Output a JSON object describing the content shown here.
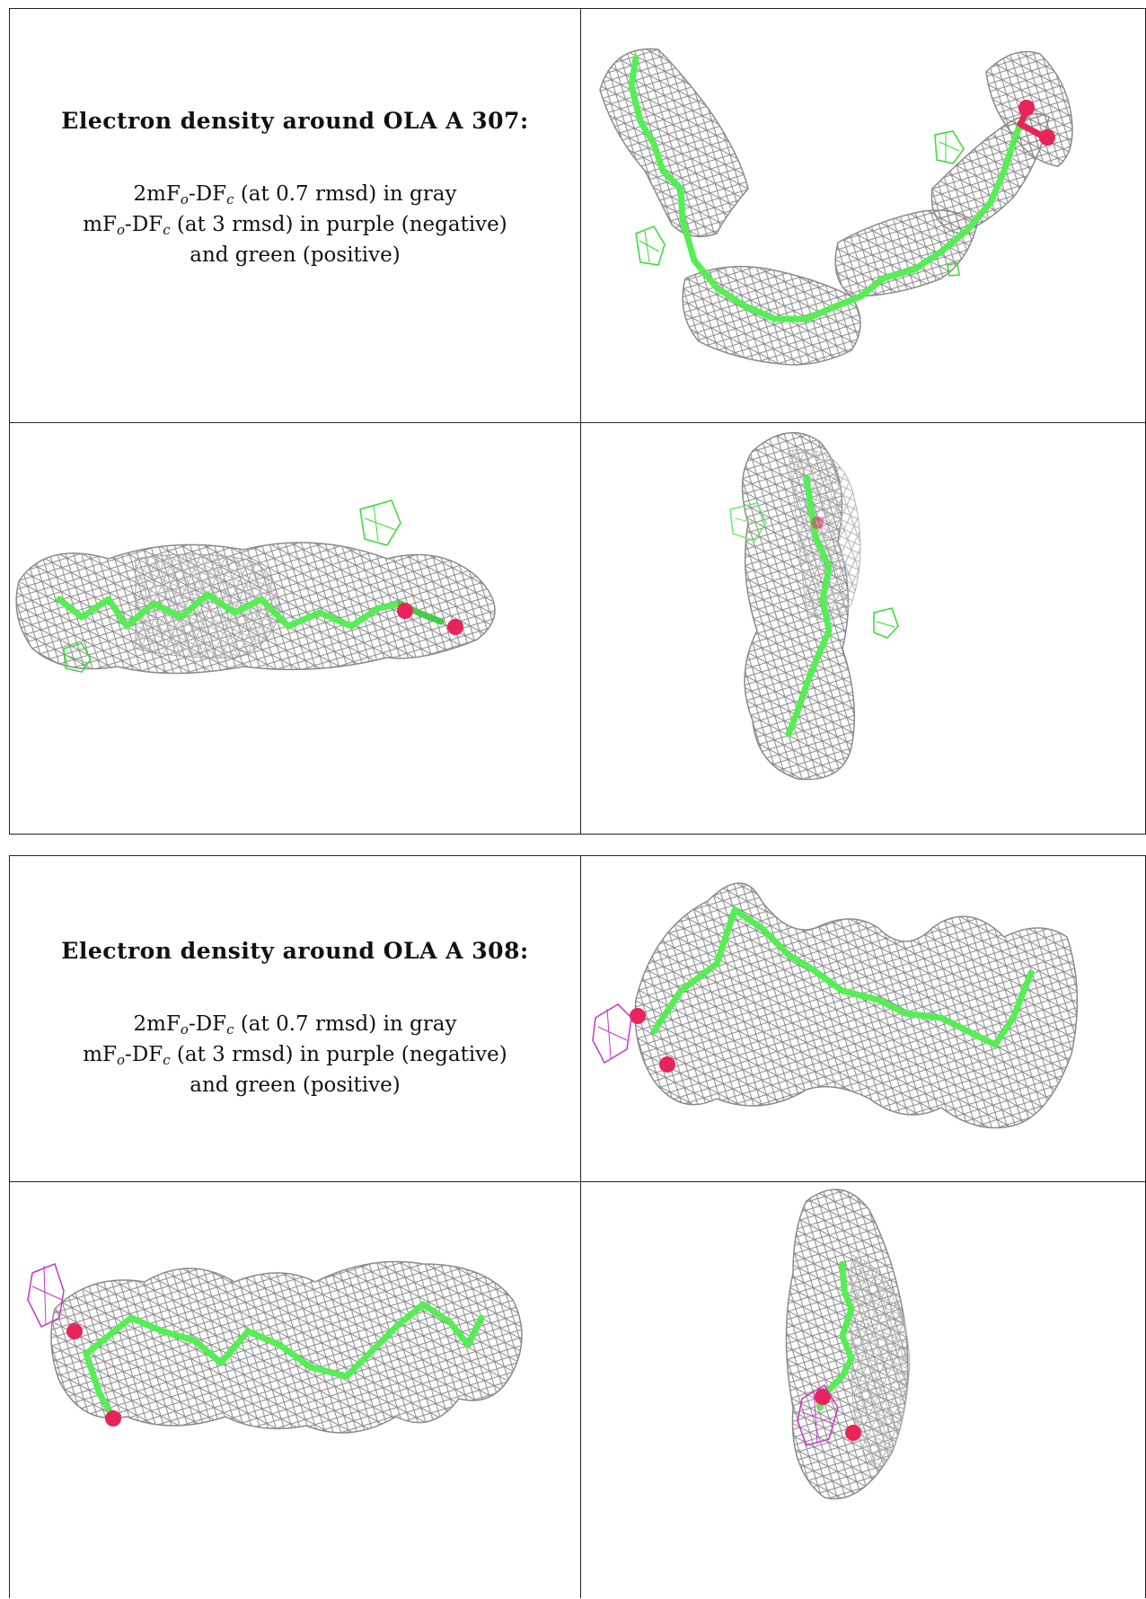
{
  "panels": [
    {
      "title": "Electron density around OLA A 307:",
      "legend": {
        "line1": {
          "pre": "2mF",
          "sub1": "o",
          "mid": "-DF",
          "sub2": "c",
          "post": " (at 0.7 rmsd) in gray"
        },
        "line2": {
          "pre": "mF",
          "sub1": "o",
          "mid": "-DF",
          "sub2": "c",
          "post": " (at 3 rmsd) in purple (negative)"
        },
        "line3": "and green (positive)"
      }
    },
    {
      "title": "Electron density around OLA A 308:",
      "legend": {
        "line1": {
          "pre": "2mF",
          "sub1": "o",
          "mid": "-DF",
          "sub2": "c",
          "post": " (at 0.7 rmsd) in gray"
        },
        "line2": {
          "pre": "mF",
          "sub1": "o",
          "mid": "-DF",
          "sub2": "c",
          "post": " (at 3 rmsd) in purple (negative)"
        },
        "line3": "and green (positive)"
      }
    }
  ],
  "colors": {
    "mesh_gray": "#8a8a8a",
    "ligand_green": "#55ee55",
    "oxygen_red": "#e8245a",
    "negative_purple": "#cc33cc",
    "positive_green": "#33dd33",
    "border": "#222222"
  }
}
